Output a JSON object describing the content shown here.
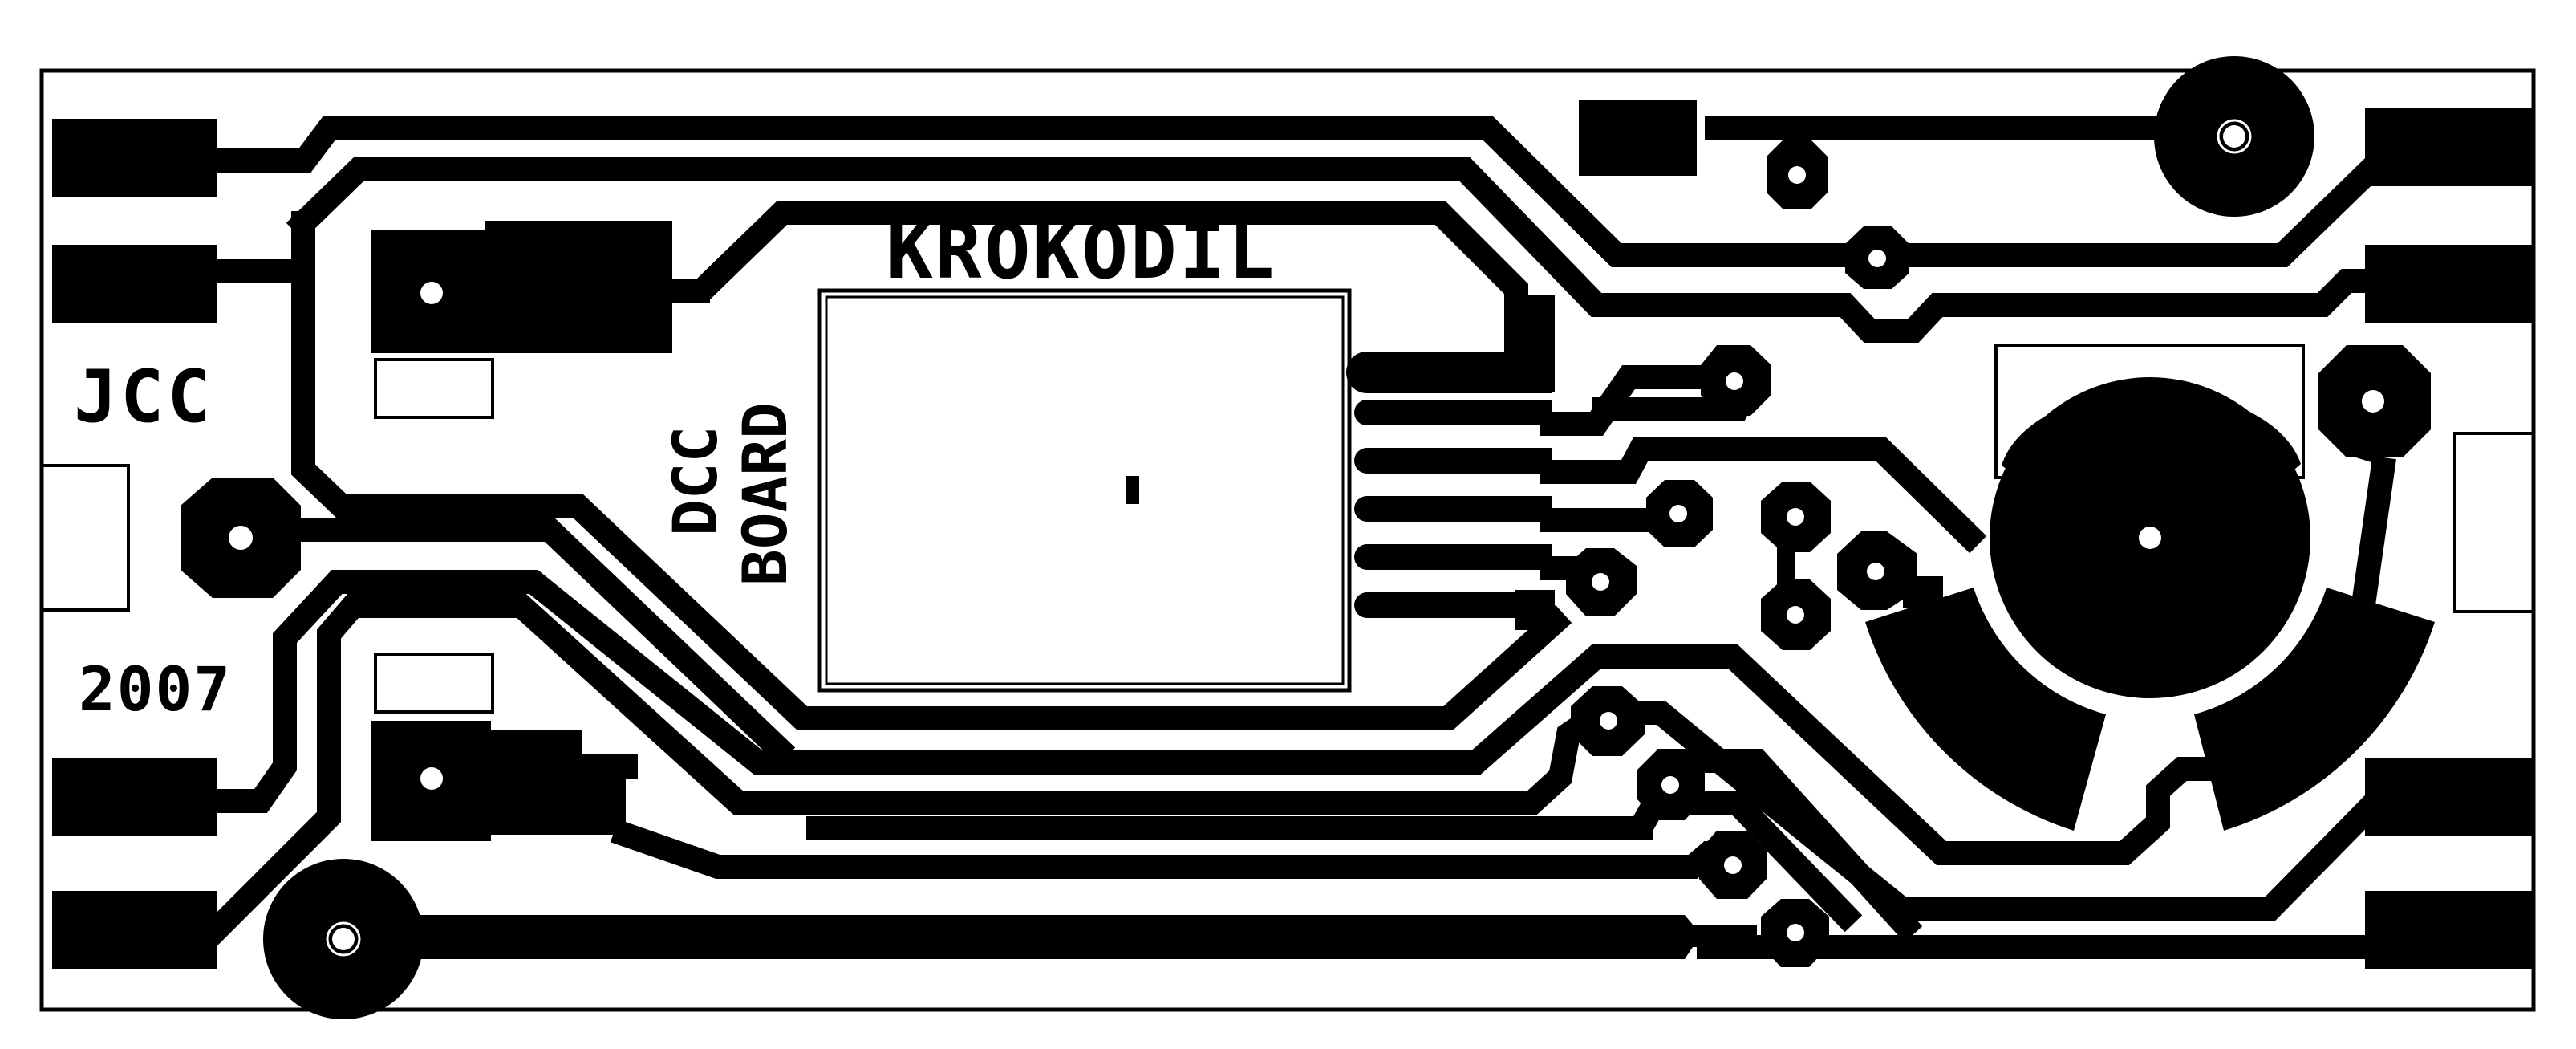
{
  "board": {
    "title": "KROKODIL",
    "maker": "JCC",
    "year": "2007",
    "subtitle_line1": "DCC",
    "subtitle_line2": "BOARD"
  },
  "colors": {
    "copper": "#000000",
    "background": "#ffffff"
  }
}
